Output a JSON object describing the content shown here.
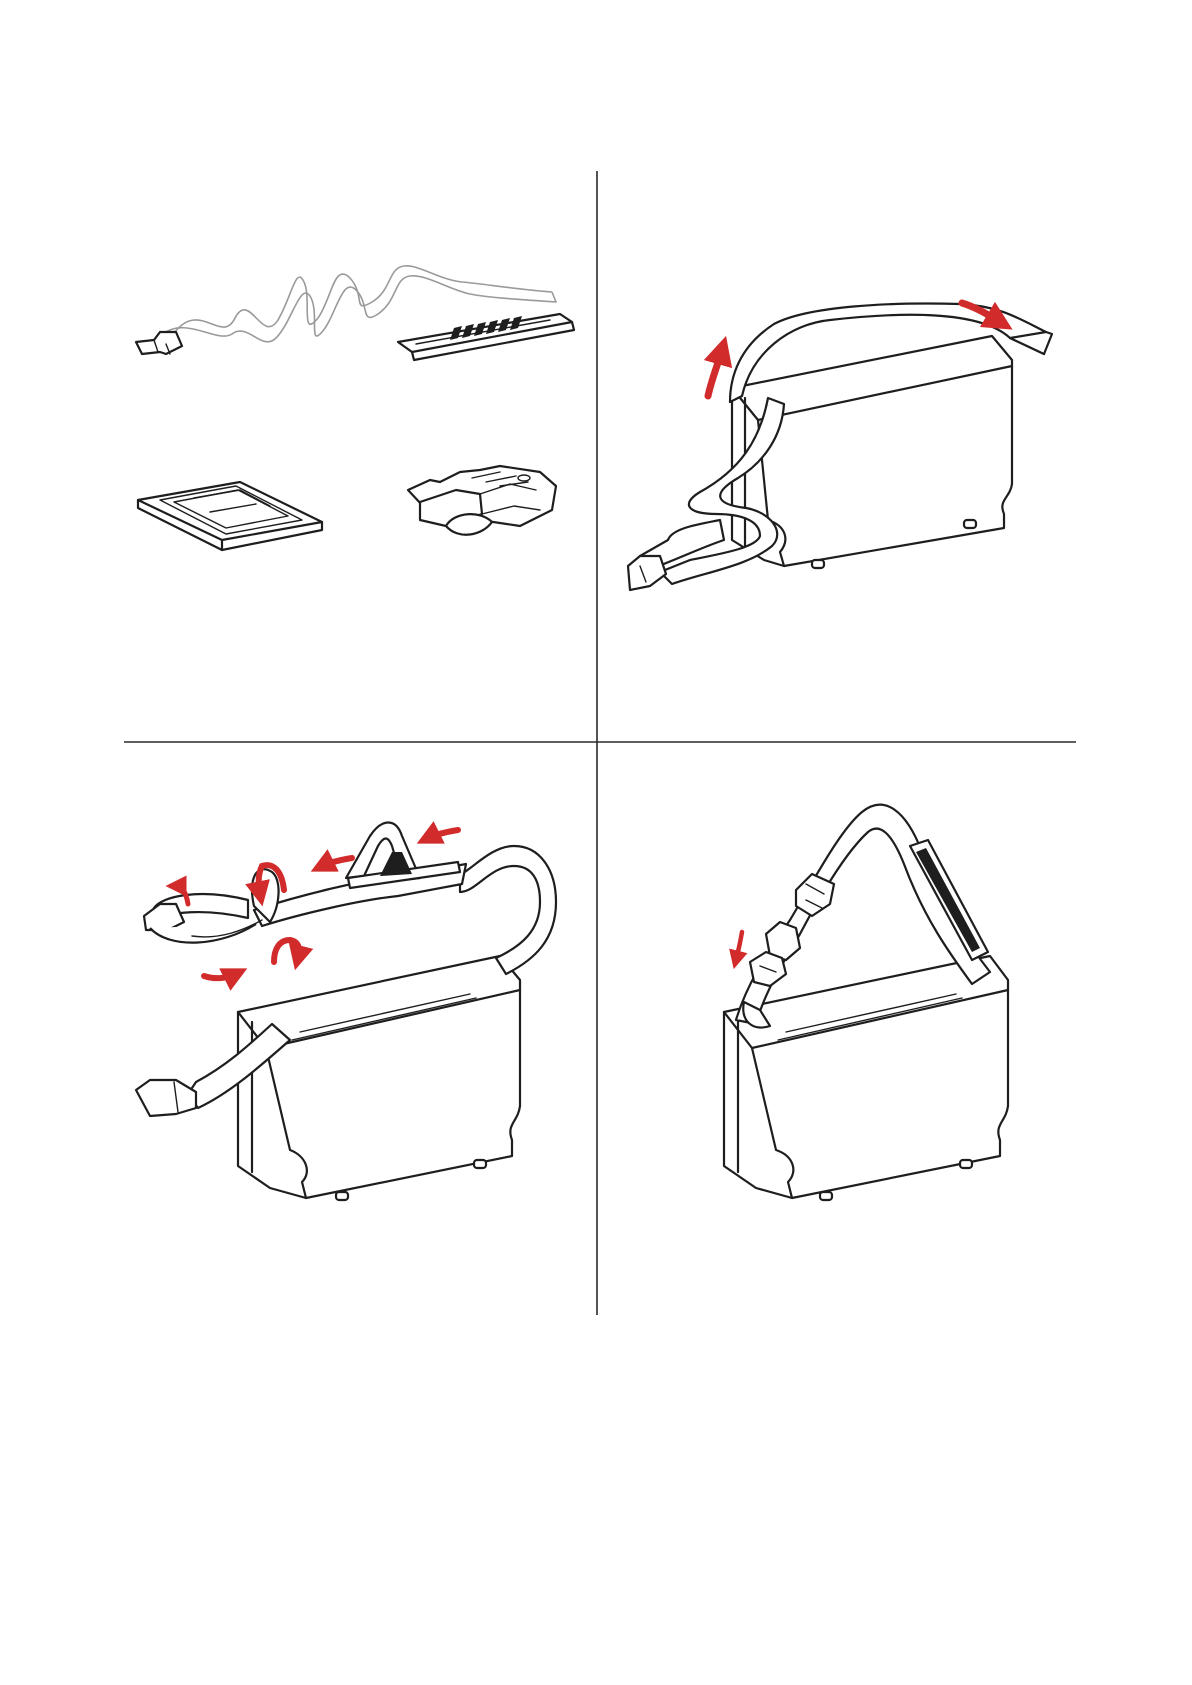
{
  "figure": {
    "description_visible": "",
    "colors": {
      "line": "#1e1e1e",
      "arrow": "#d22b2b",
      "pad": "#1e1e1e",
      "background": "#ffffff"
    },
    "panels": [
      {
        "id": "panel-1",
        "icons": [
          "strap-icon",
          "shoulder-pad-icon",
          "slider-buckle-icon",
          "side-release-buckle-icon"
        ]
      },
      {
        "id": "panel-2",
        "icons": [
          "case-icon",
          "strap-icon",
          "arrow-icon"
        ]
      },
      {
        "id": "panel-3",
        "icons": [
          "case-icon",
          "strap-icon",
          "arrow-icon"
        ]
      },
      {
        "id": "panel-4",
        "icons": [
          "case-icon",
          "strap-icon",
          "arrow-icon"
        ]
      }
    ]
  }
}
